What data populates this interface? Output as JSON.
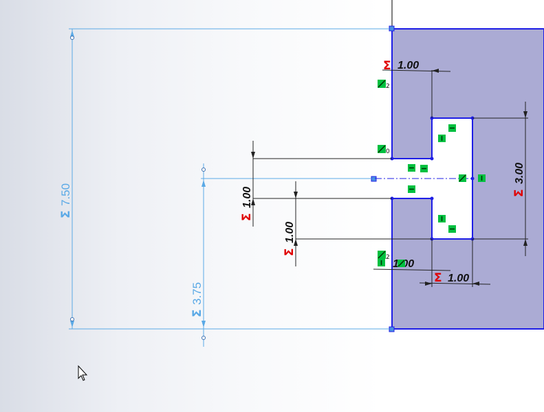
{
  "viewport": {
    "background_colors": [
      "#d9dde6",
      "#ffffff"
    ]
  },
  "colors": {
    "sketch_line": "#1e1ee6",
    "fill": "#9c9ccc",
    "blue_dim": "#5aa9e6",
    "black_dim": "#222222",
    "sigma": "#e00000",
    "relation_green": "#00c040"
  },
  "dimensions": {
    "left_height": {
      "symbol": "Σ",
      "value": "7.50"
    },
    "half_height": {
      "symbol": "Σ",
      "value": "3.75"
    },
    "top_width": {
      "symbol": "Σ",
      "value": "1.00"
    },
    "slot_height": {
      "symbol": "Σ",
      "value": "3.00"
    },
    "neck_height": {
      "symbol": "Σ",
      "value": "1.00"
    },
    "lower_gap": {
      "symbol": "Σ",
      "value": "1.00"
    },
    "bottom_width": {
      "symbol": "Σ",
      "value": "1.00"
    },
    "bottom_left_width": {
      "value": "1.00"
    }
  },
  "relations": {
    "r1_label": "2",
    "r2_label": "0",
    "r3_label": "2"
  },
  "icons": {
    "cursor": "mouse-pointer-icon",
    "relation": "relation-icon"
  }
}
